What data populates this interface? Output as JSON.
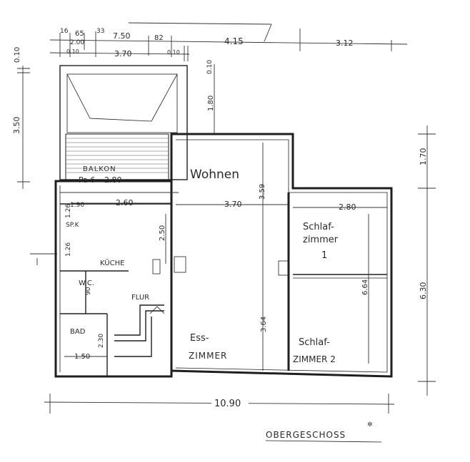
{
  "plan": {
    "title": "OBERGESCHOSS",
    "top_dims": [
      "16",
      "65",
      "33",
      "7.50",
      "82",
      "2.00",
      "0.10",
      "3.70",
      "0.10",
      "4.15",
      "3.12"
    ],
    "left_dims": [
      "0.10",
      "3.50"
    ],
    "right_dims": [
      "1.70",
      "6.30"
    ],
    "bottom_dim": "10.90",
    "inner_dims": {
      "balkon_top": "0.10",
      "balkon_h": "1.80",
      "pa": "Pa 6",
      "pa_val": "2.80",
      "spk_w": "1.90",
      "kueche_w": "2.60",
      "wohnen_w": "3.70",
      "schlaf_w": "2.80",
      "kueche_h": "2.50",
      "wohnen_h": "3.59",
      "spk_h": "1.26",
      "wc_h": "1.26",
      "wc_d": "90",
      "ess_h": "3.64",
      "schlaf_h": "6.64",
      "bad_h": "2.30",
      "bad_w": "1.50"
    },
    "rooms": {
      "balkon": "BALKON",
      "wohnen": "Wohnen",
      "schlaf1_a": "Schlaf-",
      "schlaf1_b": "zimmer",
      "schlaf1_c": "1",
      "spk": "SP.K",
      "kueche": "KÜCHE",
      "wc": "W.C.",
      "flur": "FLUR",
      "bad": "BAD",
      "ess_a": "Ess-",
      "ess_b": "ZIMMER",
      "schlaf2_a": "Schlaf-",
      "schlaf2_b": "ZIMMER 2"
    }
  }
}
